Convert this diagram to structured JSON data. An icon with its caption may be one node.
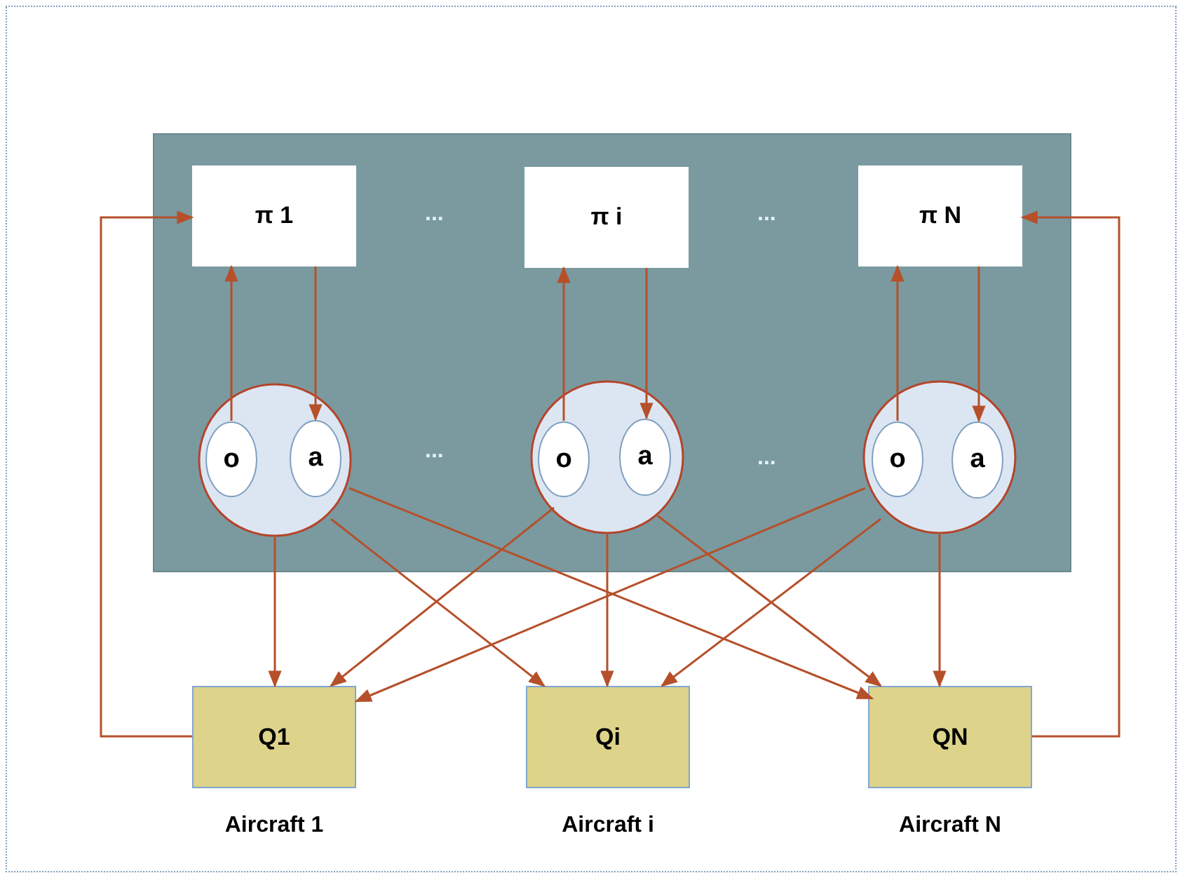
{
  "diagram": {
    "nodes": [
      {
        "text": [],
        "shape": "box"
      },
      {
        "text": [
          "π 1"
        ],
        "in": 0
      },
      {
        "text": [
          "π i"
        ],
        "in": 0
      },
      {
        "text": [
          "π N"
        ],
        "in": 0
      },
      {
        "text": [],
        "shape": "circle",
        "in": 0
      },
      {
        "text": [
          "o"
        ],
        "in": 4
      },
      {
        "text": [
          "a"
        ],
        "in": 4
      },
      {
        "text": [],
        "shape": "circle",
        "in": 0
      },
      {
        "text": [
          "o"
        ],
        "in": 7
      },
      {
        "text": [
          "a"
        ],
        "in": 7
      },
      {
        "text": [],
        "shape": "circle",
        "in": 0
      },
      {
        "text": [
          "o"
        ],
        "in": 10
      },
      {
        "text": [
          "a"
        ],
        "in": 10
      },
      {
        "text": [
          "Q1"
        ],
        "beside": [
          "Aircraft 1"
        ]
      },
      {
        "text": [
          "Qi"
        ],
        "beside": [
          "Aircraft i"
        ]
      },
      {
        "text": [
          "QN"
        ],
        "beside": [
          "Aircraft N"
        ]
      }
    ],
    "edges": [
      {
        "from": 5,
        "to": 1,
        "arrow": "to"
      },
      {
        "from": 1,
        "to": 6,
        "arrow": "to"
      },
      {
        "from": 8,
        "to": 2,
        "arrow": "to"
      },
      {
        "from": 2,
        "to": 9,
        "arrow": "to"
      },
      {
        "from": 11,
        "to": 3,
        "arrow": "to"
      },
      {
        "from": 3,
        "to": 12,
        "arrow": "to"
      },
      {
        "from": 4,
        "to": 13,
        "arrow": "to"
      },
      {
        "from": 4,
        "to": 14,
        "arrow": "to"
      },
      {
        "from": 4,
        "to": 15,
        "arrow": "to"
      },
      {
        "from": 7,
        "to": 13,
        "arrow": "to"
      },
      {
        "from": 7,
        "to": 14,
        "arrow": "to"
      },
      {
        "from": 7,
        "to": 15,
        "arrow": "to"
      },
      {
        "from": 10,
        "to": 13,
        "arrow": "to"
      },
      {
        "from": 10,
        "to": 14,
        "arrow": "to"
      },
      {
        "from": 10,
        "to": 15,
        "arrow": "to"
      },
      {
        "from": 13,
        "to": 1,
        "arrow": "to"
      },
      {
        "from": 15,
        "to": 3,
        "arrow": "to"
      }
    ],
    "labels": [
      "...",
      "...",
      "...",
      "..."
    ]
  }
}
